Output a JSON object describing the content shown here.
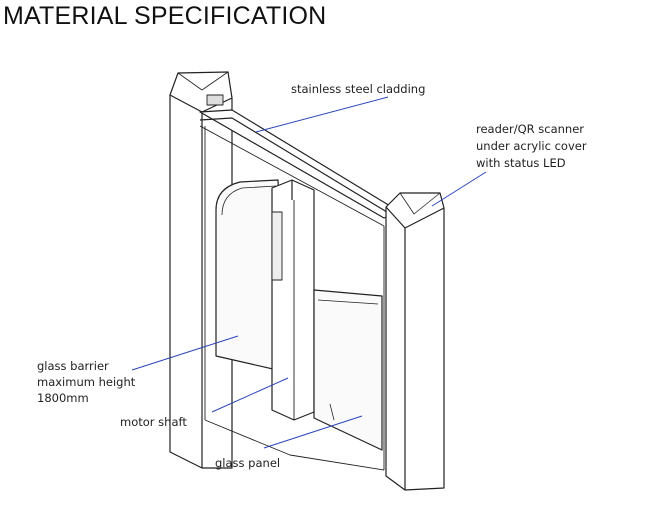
{
  "title": "MATERIAL SPECIFICATION",
  "callouts": {
    "cladding": [
      "stainless steel cladding"
    ],
    "reader": [
      "reader/QR scanner",
      "under acrylic cover",
      "with status LED"
    ],
    "glass_barrier": [
      "glass barrier",
      "maximum height",
      "1800mm"
    ],
    "motor_shaft": [
      "motor shaft"
    ],
    "glass_panel": [
      "glass panel"
    ]
  },
  "colors": {
    "line": "#222222",
    "leader": "#2a46b8",
    "fill": "#ffffff",
    "shade": "#e8e8e8"
  }
}
